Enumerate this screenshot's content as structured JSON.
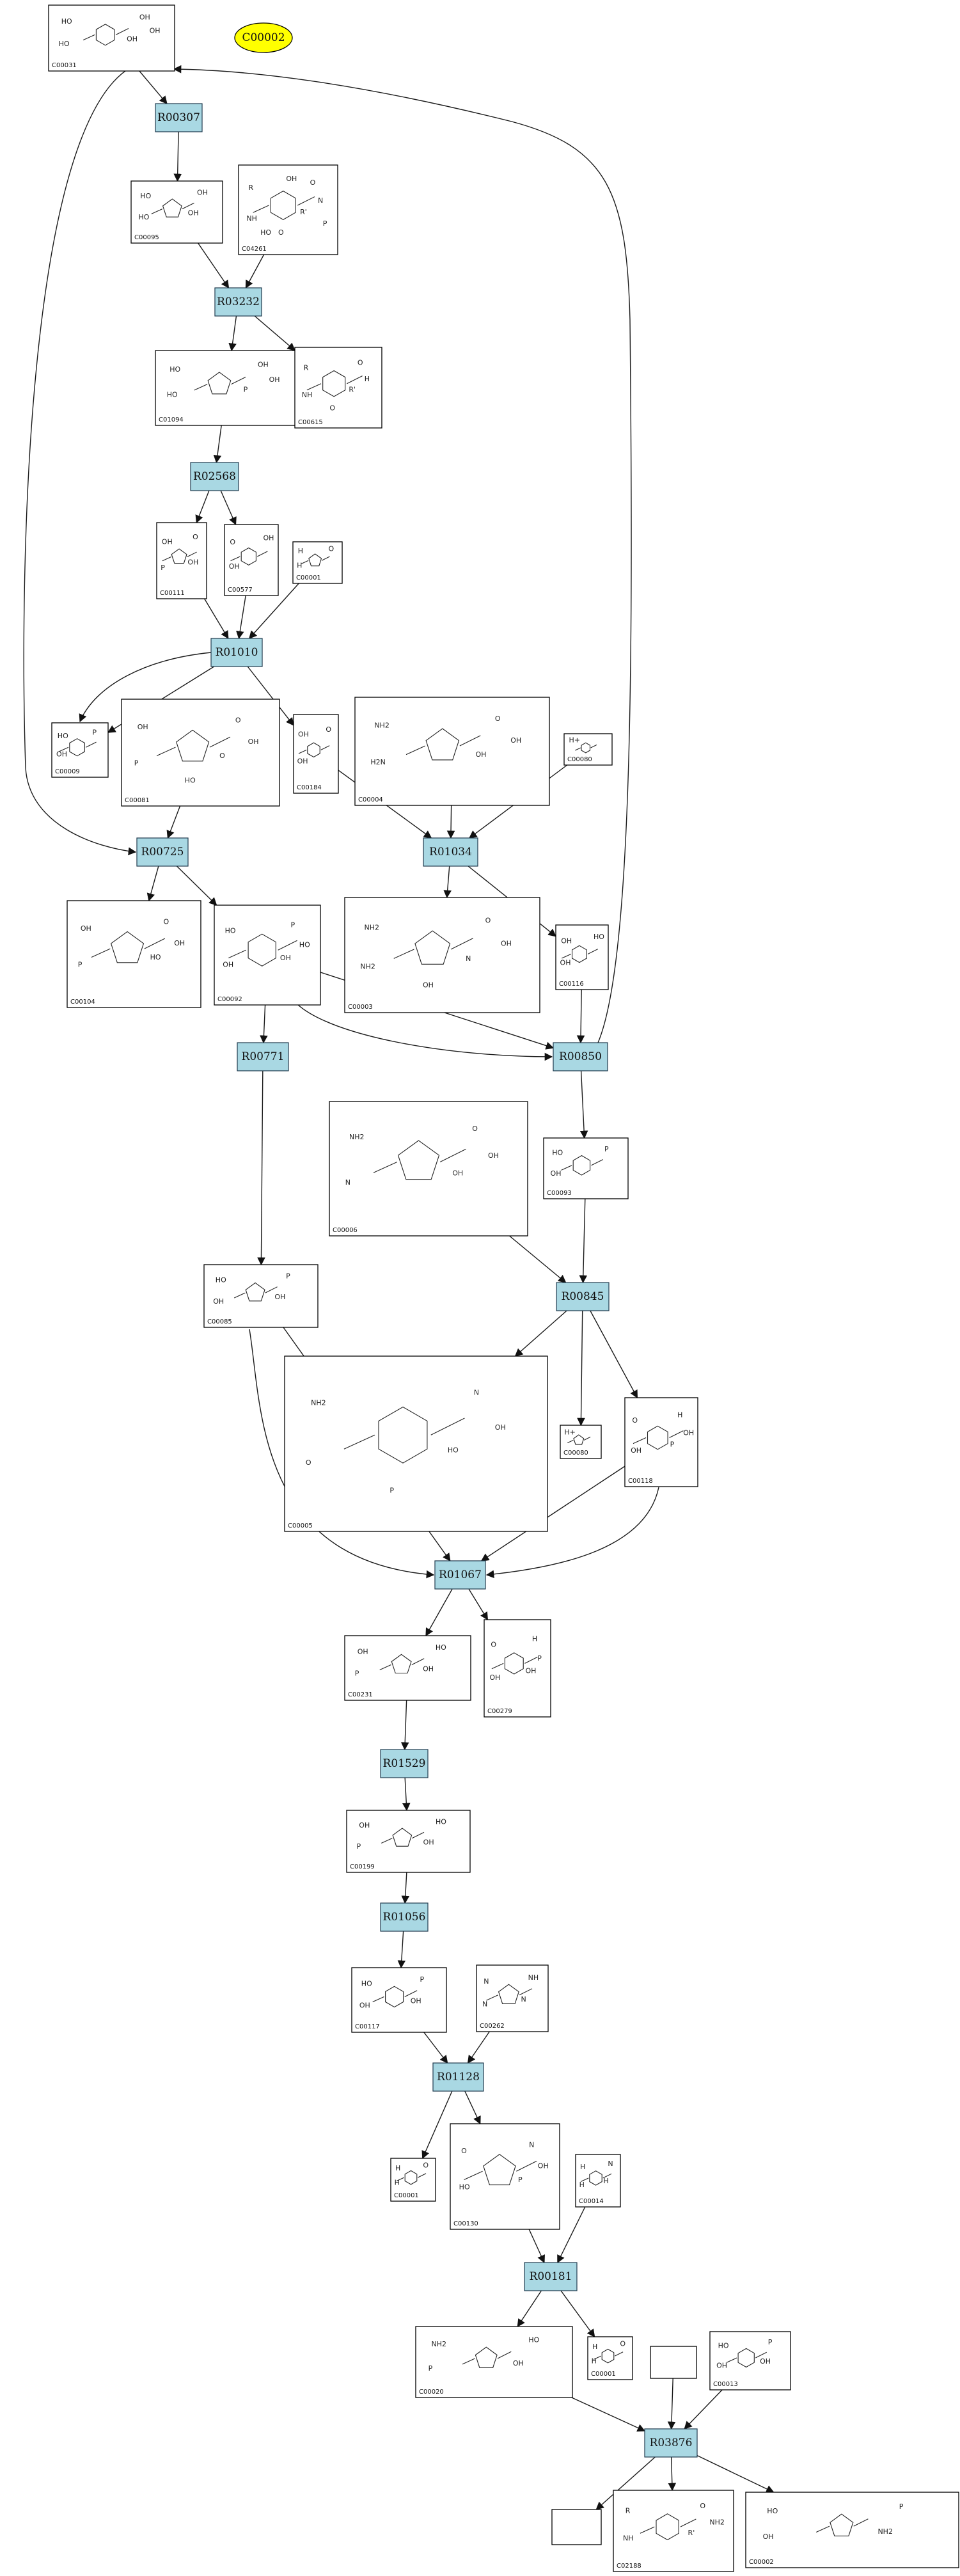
{
  "highlight": {
    "label": "C00002",
    "color": "#ffff00"
  },
  "reaction_color": "#a9d8e3",
  "reactions": [
    "R00307",
    "R03232",
    "R02568",
    "R01010",
    "R00725",
    "R01034",
    "R00771",
    "R00850",
    "R00845",
    "R01067",
    "R01529",
    "R01056",
    "R01128",
    "R00181",
    "R03876"
  ],
  "compounds": [
    {
      "id": "c1",
      "label": "C00031",
      "atoms": [
        "HO",
        "OH",
        "HO",
        "OH",
        "OH"
      ]
    },
    {
      "id": "c2",
      "label": "C00095",
      "atoms": [
        "HO",
        "OH",
        "HO",
        "OH"
      ]
    },
    {
      "id": "c3",
      "label": "C04261",
      "atoms": [
        "R",
        "O",
        "NH",
        "R'",
        "N",
        "O",
        "HO",
        "P",
        "OH"
      ]
    },
    {
      "id": "c4",
      "label": "C01094",
      "atoms": [
        "HO",
        "OH",
        "HO",
        "P",
        "OH"
      ]
    },
    {
      "id": "c5",
      "label": "C00615",
      "atoms": [
        "R",
        "O",
        "NH",
        "R'",
        "H",
        "O"
      ]
    },
    {
      "id": "c6",
      "label": "C00111",
      "atoms": [
        "OH",
        "O",
        "P",
        "OH"
      ]
    },
    {
      "id": "c7",
      "label": "C00577",
      "atoms": [
        "O",
        "OH",
        "OH"
      ]
    },
    {
      "id": "c8",
      "label": "C00001",
      "atoms": [
        "H",
        "O",
        "H"
      ]
    },
    {
      "id": "c9",
      "label": "C00009",
      "atoms": [
        "HO",
        "P",
        "OH"
      ]
    },
    {
      "id": "c10",
      "label": "C00081",
      "atoms": [
        "OH",
        "O",
        "P",
        "O",
        "OH",
        "HO"
      ]
    },
    {
      "id": "c11",
      "label": "C00184",
      "atoms": [
        "OH",
        "O",
        "OH"
      ]
    },
    {
      "id": "c12",
      "label": "C00004",
      "atoms": [
        "NH2",
        "O",
        "H2N",
        "OH",
        "OH"
      ]
    },
    {
      "id": "c13",
      "label": "C00080",
      "atoms": [
        "H+"
      ]
    },
    {
      "id": "c14",
      "label": "C00104",
      "atoms": [
        "OH",
        "O",
        "P",
        "HO",
        "OH"
      ]
    },
    {
      "id": "c15",
      "label": "C00092",
      "atoms": [
        "HO",
        "P",
        "OH",
        "OH",
        "HO"
      ]
    },
    {
      "id": "c16",
      "label": "C00003",
      "atoms": [
        "NH2",
        "O",
        "NH2",
        "N",
        "OH",
        "OH"
      ]
    },
    {
      "id": "c17",
      "label": "C00116",
      "atoms": [
        "OH",
        "HO",
        "OH"
      ]
    },
    {
      "id": "c18",
      "label": "C00006",
      "atoms": [
        "NH2",
        "O",
        "N",
        "OH",
        "OH"
      ]
    },
    {
      "id": "c19",
      "label": "C00093",
      "atoms": [
        "HO",
        "P",
        "OH"
      ]
    },
    {
      "id": "c20",
      "label": "C00085",
      "atoms": [
        "HO",
        "P",
        "OH",
        "OH"
      ]
    },
    {
      "id": "c21",
      "label": "C00005",
      "atoms": [
        "NH2",
        "N",
        "O",
        "HO",
        "OH",
        "P"
      ]
    },
    {
      "id": "c22",
      "label": "C00080",
      "atoms": [
        "H+"
      ]
    },
    {
      "id": "c23",
      "label": "C00118",
      "atoms": [
        "O",
        "H",
        "OH",
        "P",
        "OH"
      ]
    },
    {
      "id": "c24",
      "label": "C00231",
      "atoms": [
        "OH",
        "HO",
        "P",
        "OH"
      ]
    },
    {
      "id": "c25",
      "label": "C00279",
      "atoms": [
        "O",
        "H",
        "OH",
        "OH",
        "P"
      ]
    },
    {
      "id": "c26",
      "label": "C00199",
      "atoms": [
        "OH",
        "HO",
        "P",
        "OH"
      ]
    },
    {
      "id": "c27",
      "label": "C00117",
      "atoms": [
        "HO",
        "P",
        "OH",
        "OH"
      ]
    },
    {
      "id": "c28",
      "label": "C00262",
      "atoms": [
        "N",
        "NH",
        "N",
        "N"
      ]
    },
    {
      "id": "c29",
      "label": "C00001",
      "atoms": [
        "H",
        "O",
        "H"
      ]
    },
    {
      "id": "c30",
      "label": "C00130",
      "atoms": [
        "O",
        "N",
        "HO",
        "P",
        "OH"
      ]
    },
    {
      "id": "c31",
      "label": "C00014",
      "atoms": [
        "H",
        "N",
        "H",
        "H"
      ]
    },
    {
      "id": "c32",
      "label": "C00020",
      "atoms": [
        "NH2",
        "HO",
        "P",
        "OH"
      ]
    },
    {
      "id": "c33",
      "label": "C00001",
      "atoms": [
        "H",
        "O",
        "H"
      ]
    },
    {
      "id": "c34",
      "label": "",
      "atoms": []
    },
    {
      "id": "c35",
      "label": "C00013",
      "atoms": [
        "HO",
        "P",
        "OH",
        "OH"
      ]
    },
    {
      "id": "c36",
      "label": "",
      "atoms": []
    },
    {
      "id": "c37",
      "label": "C02188",
      "atoms": [
        "R",
        "O",
        "NH",
        "R'",
        "NH2"
      ]
    },
    {
      "id": "c38",
      "label": "C00002",
      "atoms": [
        "HO",
        "P",
        "OH",
        "NH2"
      ]
    }
  ]
}
